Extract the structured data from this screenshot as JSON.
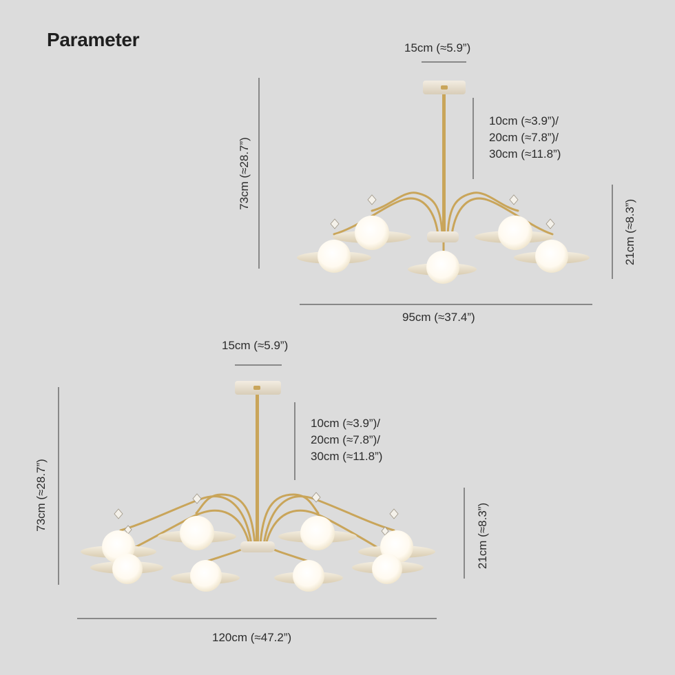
{
  "header": {
    "title": "Parameter"
  },
  "diagram_top": {
    "canopy_width": "15cm (≈5.9”)",
    "rod_lengths": [
      "10cm (≈3.9”)/",
      "20cm (≈7.8”)/",
      "30cm (≈11.8”)"
    ],
    "total_height": "73cm (≈28.7”)",
    "body_height": "21cm (≈8.3”)",
    "overall_width": "95cm (≈37.4”)",
    "lamp_count": 5
  },
  "diagram_bottom": {
    "canopy_width": "15cm (≈5.9”)",
    "rod_lengths": [
      "10cm (≈3.9”)/",
      "20cm (≈7.8”)/",
      "30cm (≈11.8”)"
    ],
    "total_height": "73cm (≈28.7”)",
    "body_height": "21cm (≈8.3”)",
    "overall_width": "120cm (≈47.2”)",
    "lamp_count": 8
  },
  "colors": {
    "background": "#dcdcdc",
    "brass": "#c9a55a",
    "shade": "#ece4d3",
    "globe": "#fffdf6",
    "dimension_line": "#333333"
  }
}
